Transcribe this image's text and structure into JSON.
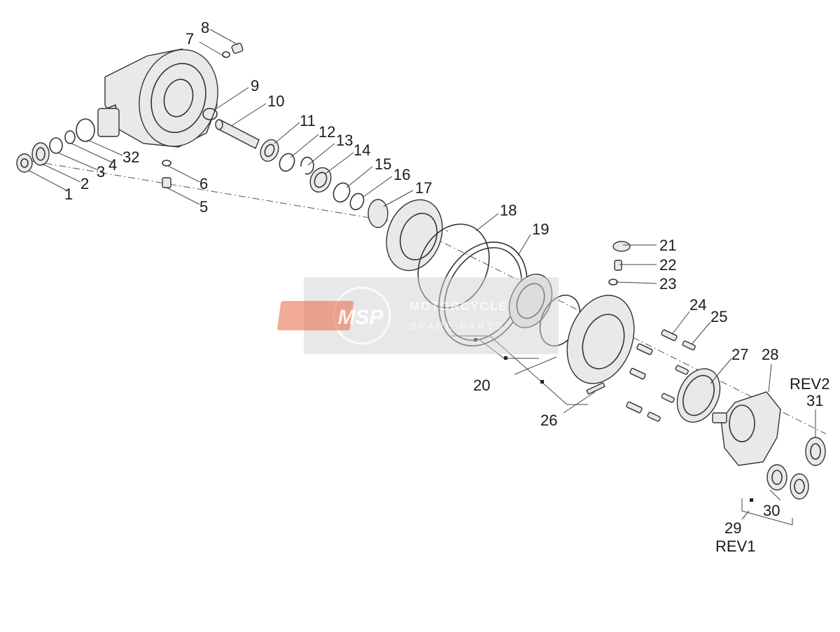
{
  "diagram": {
    "labels": [
      "1",
      "2",
      "3",
      "4",
      "32",
      "5",
      "6",
      "7",
      "8",
      "9",
      "10",
      "11",
      "12",
      "13",
      "14",
      "15",
      "16",
      "17",
      "18",
      "19",
      "20",
      "21",
      "22",
      "23",
      "24",
      "25",
      "26",
      "27",
      "28",
      "REV2",
      "31",
      "30",
      "29",
      "REV1"
    ]
  },
  "watermark": {
    "logo_text": "MSP",
    "line1": "MOTORCYCLE",
    "line2": "SPARE PARTS",
    "color": "#e8643c"
  }
}
